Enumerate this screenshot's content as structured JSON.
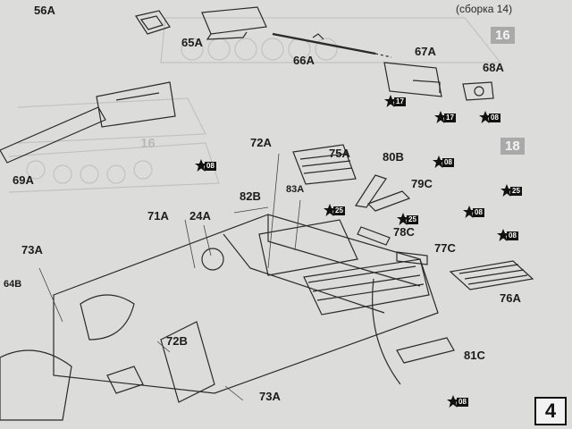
{
  "header": {
    "assembly_ref": "(сборка 14)",
    "page_number": "4"
  },
  "steps": {
    "step_16_top": "16",
    "step_16_ghost": "16",
    "step_18": "18"
  },
  "part_labels": {
    "p56A": "56A",
    "p65A": "65A",
    "p66A": "66A",
    "p67A": "67A",
    "p68A": "68A",
    "p69A": "69A",
    "p72A": "72A",
    "p75A": "75A",
    "p80B": "80B",
    "p83A": "83A",
    "p82B": "82B",
    "p79C": "79C",
    "p71A": "71A",
    "p24A": "24A",
    "p78C": "78C",
    "p77C": "77C",
    "p73A_left": "73A",
    "p64B": "64B",
    "p76A": "76A",
    "p72B": "72B",
    "p81C": "81C",
    "p73A_bottom": "73A"
  },
  "stars": [
    {
      "id": "s1",
      "value": "17"
    },
    {
      "id": "s2",
      "value": "17"
    },
    {
      "id": "s3",
      "value": "08"
    },
    {
      "id": "s4",
      "value": "08"
    },
    {
      "id": "s5",
      "value": "08"
    },
    {
      "id": "s6",
      "value": "25"
    },
    {
      "id": "s7",
      "value": "25"
    },
    {
      "id": "s8",
      "value": "08"
    },
    {
      "id": "s9",
      "value": "25"
    },
    {
      "id": "s10",
      "value": "08"
    },
    {
      "id": "s11",
      "value": "08"
    }
  ],
  "colors": {
    "paper": "#dcdcda",
    "ink": "#1c1c1c",
    "step_box": "#a9a9a9",
    "ghost": "#b9b9b9"
  }
}
